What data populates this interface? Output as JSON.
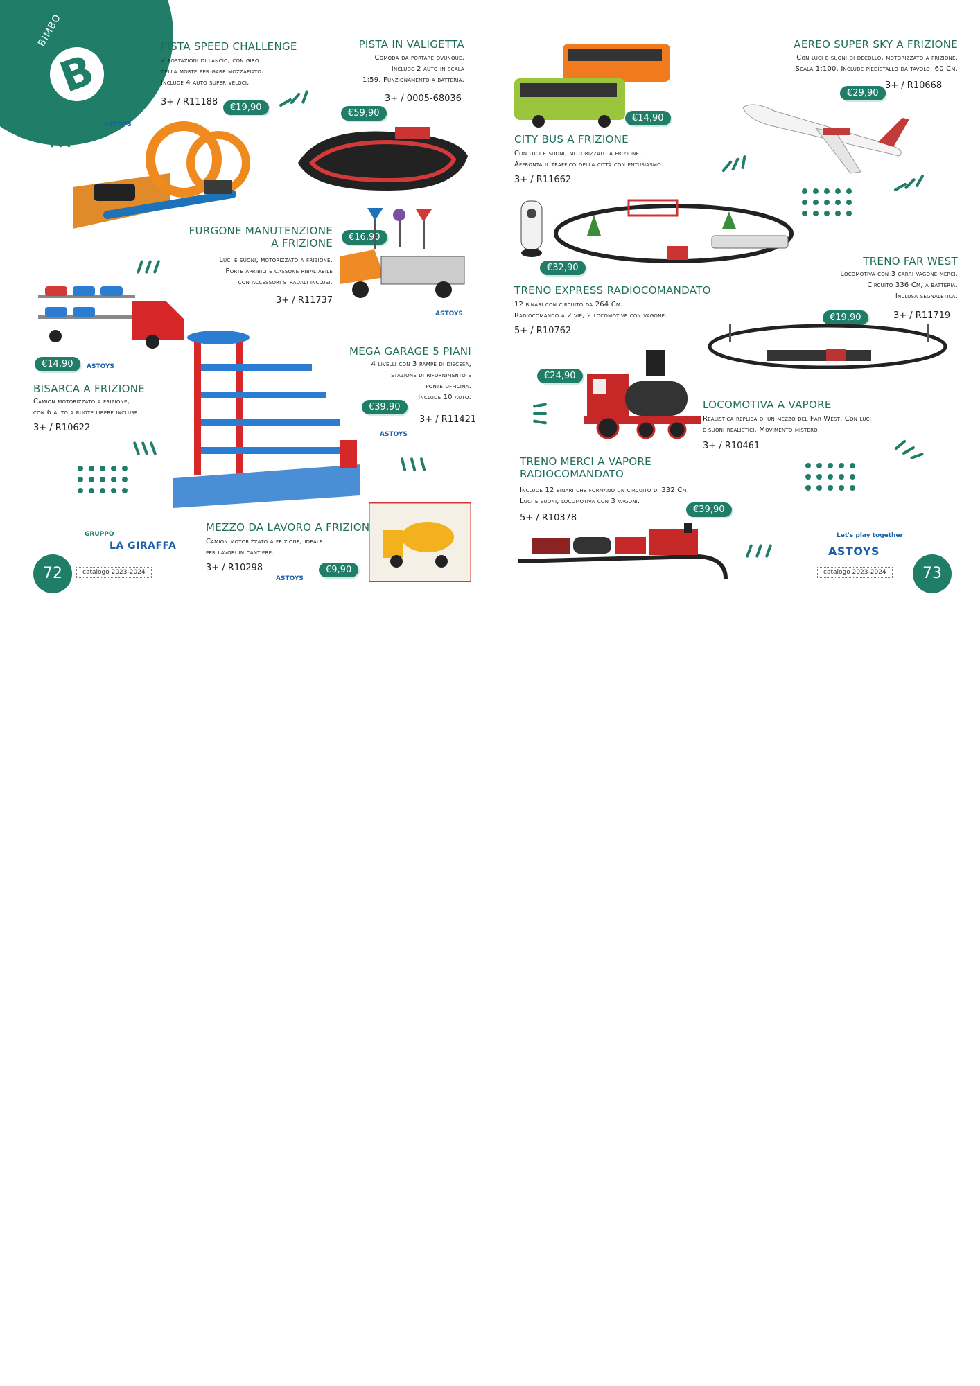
{
  "section": {
    "label": "BIMBO",
    "letter": "B"
  },
  "pages": {
    "left_number": "72",
    "right_number": "73",
    "catalog_left": "catalogo 2023-2024",
    "catalog_right": "catalogo 2023-2024"
  },
  "logos": {
    "astoys": "ASTOYS",
    "astoys_tagline": "Let's play together",
    "giraffa_group": "GRUPPO",
    "giraffa_name": "LA GIRAFFA"
  },
  "products": {
    "pista_speed": {
      "title": "PISTA SPEED CHALLENGE",
      "desc": [
        "2 postazioni di lancio, con giro",
        "della morte per gare mozzafiato.",
        "Include 4 auto super veloci."
      ],
      "code": "3+ / R11188",
      "price": "€19,90"
    },
    "pista_valigetta": {
      "title": "PISTA IN VALIGETTA",
      "desc": [
        "Comoda da portare ovunque.",
        "Include 2 auto in scala",
        "1:59. Funzionamento a batteria."
      ],
      "code": "3+ / 0005-68036",
      "price": "€59,90"
    },
    "furgone": {
      "title1": "FURGONE MANUTENZIONE",
      "title2": "A FRIZIONE",
      "desc": [
        "Luci e suoni, motorizzato a frizione.",
        "Porte apribili e cassone ribaltabile",
        "con accessori stradali inclusi."
      ],
      "code": "3+ / R11737",
      "price": "€16,90"
    },
    "bisarca": {
      "title": "BISARCA A FRIZIONE",
      "desc": [
        "Camion motorizzato a frizione,",
        "con 6 auto a ruote libere incluse."
      ],
      "code": "3+ / R10622",
      "price": "€14,90"
    },
    "garage": {
      "title": "MEGA GARAGE 5 PIANI",
      "desc": [
        "4 livelli con 3 rampe di discesa,",
        "stazione di rifornimento e",
        "ponte officina.",
        "Include 10 auto."
      ],
      "code": "3+ / R11421",
      "price": "€39,90"
    },
    "mezzo_lavoro": {
      "title": "MEZZO DA LAVORO A FRIZIONE",
      "desc": [
        "Camion motorizzato a frizione, ideale",
        "per lavori in cantiere."
      ],
      "code": "3+ / R10298",
      "price": "€9,90"
    },
    "city_bus": {
      "title": "CITY BUS A FRIZIONE",
      "desc": [
        "Con luci e suoni, motorizzato a frizione.",
        "Affronta il traffico della città con entusiasmo."
      ],
      "code": "3+ / R11662",
      "price": "€14,90"
    },
    "aereo": {
      "title": "AEREO SUPER SKY A FRIZIONE",
      "desc": [
        "Con luci e suoni di decollo, motorizzato a frizione.",
        "Scala 1:100. Include piedistallo da tavolo. 60 Cm."
      ],
      "code": "3+ / R10668",
      "price": "€29,90"
    },
    "treno_express": {
      "title": "TRENO EXPRESS RADIOCOMANDATO",
      "desc": [
        "12 binari con circuito da 264 Cm.",
        "Radiocomando a 2 vie, 2 locomotive con vagone."
      ],
      "code": "5+ / R10762",
      "price": "€32,90"
    },
    "treno_far_west": {
      "title": "TRENO FAR WEST",
      "desc": [
        "Locomotiva con 3 carri vagone merci.",
        "Circuito 336 Cm, a batteria.",
        "Inclusa segnaletica."
      ],
      "code": "3+ / R11719",
      "price": "€19,90"
    },
    "locomotiva": {
      "title": "LOCOMOTIVA A VAPORE",
      "desc": [
        "Realistica replica di un mezzo del Far West. Con luci",
        "e suoni realistici. Movimento mistero."
      ],
      "code": "3+ / R10461",
      "price": "€24,90"
    },
    "treno_merci": {
      "title1": "TRENO MERCI A VAPORE",
      "title2": "RADIOCOMANDATO",
      "desc": [
        "Include 12 binari che formano un circuito di 332 Cm.",
        "Luci e suoni, locomotiva con 3 vagoni."
      ],
      "code": "5+ / R10378",
      "price": "€39,90"
    }
  },
  "colors": {
    "brand": "#1f7d68",
    "title": "#1f6e5c",
    "logo": "#1b5fa8"
  }
}
